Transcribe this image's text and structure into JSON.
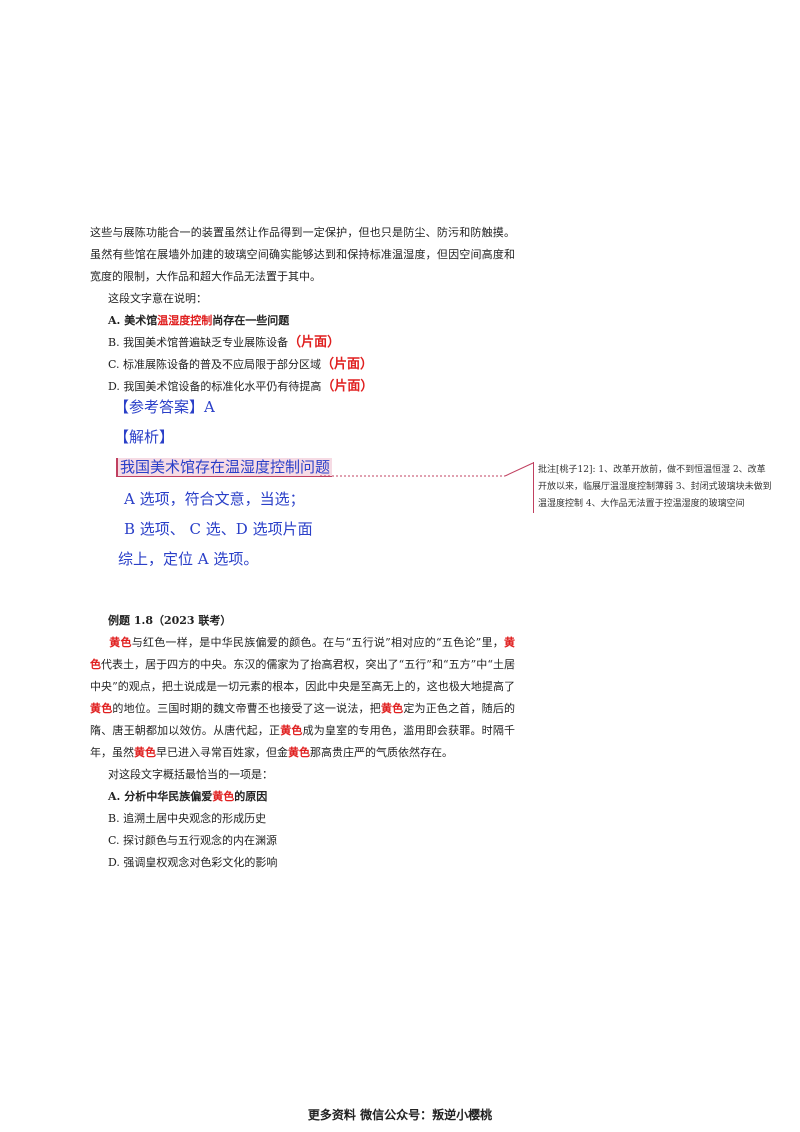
{
  "q1": {
    "passage_lines": [
      "这些与展陈功能合一的装置虽然让作品得到一定保护，但也只是防尘、防污和防触摸。虽然",
      "有些馆在展墙外加建的玻璃空间确实能够达到和保持标准温湿度，但因空间高度和宽度的限",
      "制，大作品和超大作品无法置于其中。"
    ],
    "stem": "这段文字意在说明：",
    "options": [
      {
        "pre": "A. 美术馆",
        "hl": "温湿度控制",
        "post": "尚存在一些问题",
        "tag": ""
      },
      {
        "pre": "B.  我国美术馆普遍缺乏专业展陈设备",
        "hl": "",
        "post": "",
        "tag": "（片面）"
      },
      {
        "pre": "C.  标准展陈设备的普及不应局限于部分区域",
        "hl": "",
        "post": "",
        "tag": "（片面）"
      },
      {
        "pre": "D.  我国美术馆设备的标准化水平仍有待提高",
        "hl": "",
        "post": "",
        "tag": "（片面）"
      }
    ],
    "answer": "【参考答案】A",
    "analysis_title": "【解析】",
    "analysis_highlight": "我国美术馆存在温湿度控制问题",
    "analysis_lines": [
      "A 选项，符合文意，当选；",
      "B 选项、 C 选、D 选项片面",
      "综上，定位 A 选项。"
    ]
  },
  "comment": {
    "text": "批注[桃子12]:  1、改革开放前，做不到恒温恒湿 2、改革开放以来，临展厅温湿度控制薄弱 3、封闭式玻璃块未做到温湿度控制 4、大作品无法置于控温湿度的玻璃空间"
  },
  "q2": {
    "title": "例题 1.8（2023 联考）",
    "keyword": "黄色",
    "passage": [
      {
        "t": "黄色",
        "red": true
      },
      {
        "t": "与红色一样，是中华民族偏爱的颜色。在与“五行说”相对应的“五色论”里，",
        "red": false
      },
      {
        "t": "黄色",
        "red": true
      },
      {
        "t": "代表土，居于四方的中央。东汉的儒家为了抬高君权，突出了“五行”和“五方”中“土居中央”的观点，把土说成是一切元素的根本，因此中央是至高无上的，这也极大地提高了",
        "red": false
      },
      {
        "t": "黄色",
        "red": true
      },
      {
        "t": "的地位。三国时期的魏文帝曹丕也接受了这一说法，把",
        "red": false
      },
      {
        "t": "黄色",
        "red": true
      },
      {
        "t": "定为正色之首，随后的隋、唐王朝都加以效仿。从唐代起，正",
        "red": false
      },
      {
        "t": "黄色",
        "red": true
      },
      {
        "t": "成为皇室的专用色，滥用即会获罪。时隔千年，虽然",
        "red": false
      },
      {
        "t": "黄色",
        "red": true
      },
      {
        "t": "早已进入寻常百姓家，但金",
        "red": false
      },
      {
        "t": "黄色",
        "red": true
      },
      {
        "t": "那高贵庄严的气质依然存在。",
        "red": false
      }
    ],
    "stem": "对这段文字概括最恰当的一项是：",
    "options": [
      {
        "pre": "A.  分析中华民族偏爱",
        "red": "黄色",
        "post": "的原因",
        "bold": true
      },
      {
        "pre": "B.  追溯土居中央观念的形成历史",
        "red": "",
        "post": "",
        "bold": false
      },
      {
        "pre": "C.  探讨颜色与五行观念的内在渊源",
        "red": "",
        "post": "",
        "bold": false
      },
      {
        "pre": "D.  强调皇权观念对色彩文化的影响",
        "red": "",
        "post": "",
        "bold": false
      }
    ]
  },
  "footer": "更多资料  微信公众号：叛逆小樱桃"
}
